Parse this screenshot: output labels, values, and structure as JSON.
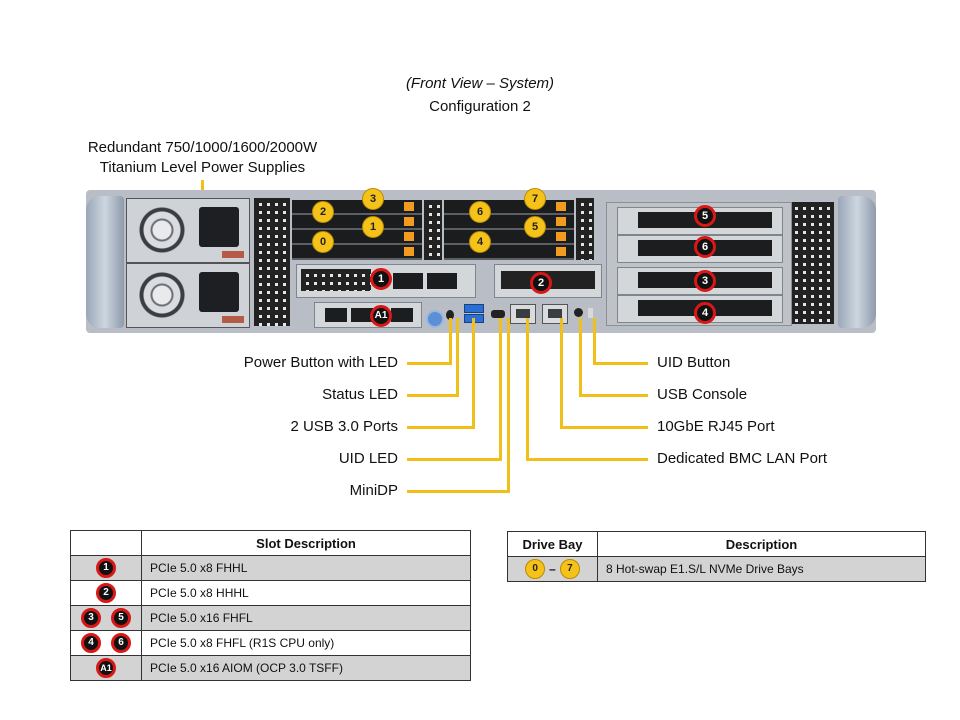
{
  "header": {
    "view_title": "(Front View – System)",
    "config_title": "Configuration 2"
  },
  "psu_label": {
    "line1": "Redundant 750/1000/1600/2000W",
    "line2": "Titanium Level Power Supplies"
  },
  "chassis": {
    "drive_badges": [
      "0",
      "1",
      "2",
      "3",
      "4",
      "5",
      "6",
      "7"
    ],
    "pcie_badges": [
      "1",
      "2",
      "3",
      "4",
      "5",
      "6",
      "A1"
    ]
  },
  "callouts_left": [
    "Power Button with LED",
    "Status LED",
    "2 USB 3.0 Ports",
    "UID LED",
    "MiniDP"
  ],
  "callouts_right": [
    "UID Button",
    "USB Console",
    "10GbE RJ45 Port",
    "Dedicated BMC LAN Port"
  ],
  "slot_table": {
    "header": [
      "",
      "Slot Description"
    ],
    "rows": [
      {
        "slots": [
          "1"
        ],
        "description": "PCIe 5.0 x8 FHHL"
      },
      {
        "slots": [
          "2"
        ],
        "description": "PCIe 5.0 x8 HHHL"
      },
      {
        "slots": [
          "3",
          "5"
        ],
        "description": "PCIe 5.0 x16 FHFL"
      },
      {
        "slots": [
          "4",
          "6"
        ],
        "description": "PCIe 5.0 x8 FHFL (R1S CPU only)"
      },
      {
        "slots": [
          "A1"
        ],
        "description": "PCIe 5.0 x16 AIOM (OCP 3.0 TSFF)"
      }
    ]
  },
  "drive_table": {
    "header": [
      "Drive Bay",
      "Description"
    ],
    "rows": [
      {
        "from": "0",
        "to": "7",
        "separator": "–",
        "description": "8 Hot-swap E1.S/L NVMe Drive Bays"
      }
    ]
  },
  "colors": {
    "callout_line": "#f1bf19",
    "drive_badge": "#f5c21a",
    "pcie_badge_ring": "#d81717",
    "row_shade": "#d3d3d3"
  }
}
